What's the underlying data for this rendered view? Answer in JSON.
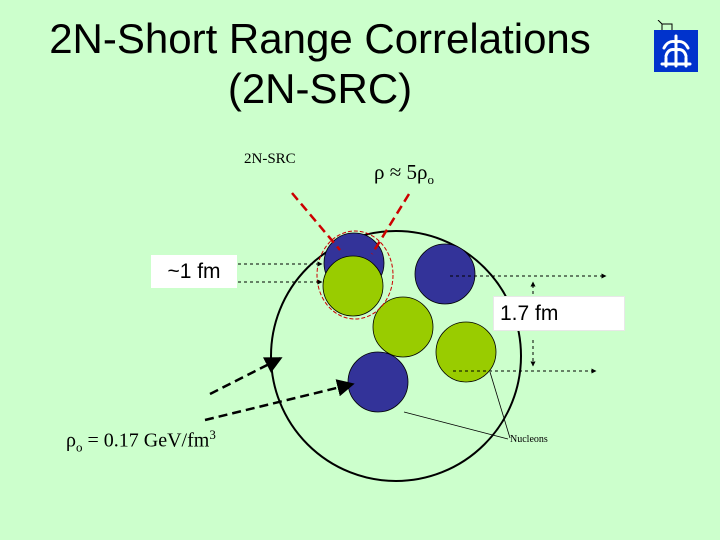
{
  "title": {
    "line1": "2N-Short Range Correlations",
    "line2": "(2N-SRC)"
  },
  "labels": {
    "src": "2N-SRC",
    "rho_eq": "ρ ≈ 5ρ",
    "rho_eq_sub": "o",
    "size_1fm": "~1 fm",
    "size_17fm": "1.7 fm",
    "rho0_symbol": "ρ",
    "rho0_sub": "o",
    "rho0_value": " = 0.17 GeV/fm",
    "rho0_sup": "3",
    "nucleons": "Nucleons"
  },
  "colors": {
    "background": "#ccffcc",
    "proton": "#333399",
    "neutron": "#99cc00",
    "correlation_ring": "#cc0000",
    "logo": "#0033cc"
  },
  "icons": {
    "logo": "university-logo-icon"
  }
}
